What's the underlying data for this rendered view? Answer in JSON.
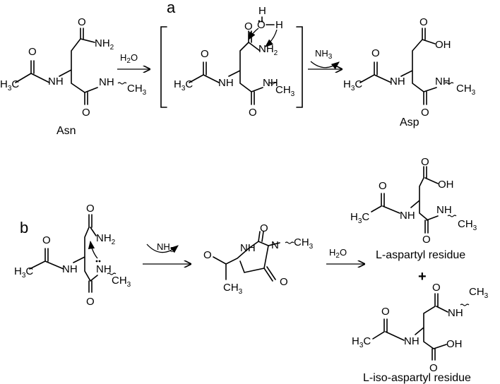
{
  "panels": {
    "a": "a",
    "b": "b"
  },
  "labels": {
    "asn": "Asn",
    "asp": "Asp",
    "l_aspartyl": "L-aspartyl residue",
    "l_isoaspartyl": "L-iso-aspartyl residue",
    "plus": "+"
  },
  "atoms": {
    "o": "O",
    "n": "N",
    "nh": "NH",
    "nh2": "NH",
    "h3c": "H",
    "ch3": "CH",
    "oh": "OH",
    "h": "H",
    "neg_o": "O",
    "neg_h": "H",
    "c_label": "C"
  },
  "subscripts": {
    "two": "2",
    "three": "3"
  },
  "reagents": {
    "water": "H",
    "water_o": "O",
    "ammonia": "NH"
  },
  "colors": {
    "ink": "#000000",
    "background": "#ffffff"
  }
}
